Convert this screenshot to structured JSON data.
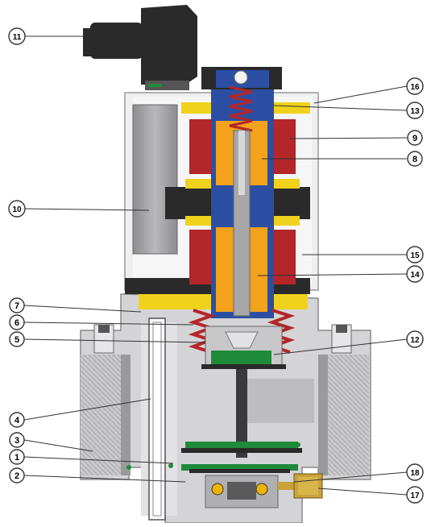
{
  "diagram": {
    "callouts": [
      {
        "id": "c1",
        "number": "1"
      },
      {
        "id": "c2",
        "number": "2"
      },
      {
        "id": "c3",
        "number": "3"
      },
      {
        "id": "c4",
        "number": "4"
      },
      {
        "id": "c5",
        "number": "5"
      },
      {
        "id": "c6",
        "number": "6"
      },
      {
        "id": "c7",
        "number": "7"
      },
      {
        "id": "c8",
        "number": "8"
      },
      {
        "id": "c9",
        "number": "9"
      },
      {
        "id": "c10",
        "number": "10"
      },
      {
        "id": "c11",
        "number": "11"
      },
      {
        "id": "c12",
        "number": "12"
      },
      {
        "id": "c13",
        "number": "13"
      },
      {
        "id": "c14",
        "number": "14"
      },
      {
        "id": "c15",
        "number": "15"
      },
      {
        "id": "c16",
        "number": "16"
      },
      {
        "id": "c17",
        "number": "17"
      },
      {
        "id": "c18",
        "number": "18"
      }
    ]
  },
  "colors": {
    "body_gray": "#d4d4d6",
    "body_dark": "#9a9a9c",
    "coil_red": "#b3262a",
    "core_orange": "#f2a21c",
    "yoke_blue": "#2c4fa3",
    "plate_yellow": "#f0d21c",
    "seal_green": "#1f8a3a",
    "connector_black": "#2a2a2a",
    "brass": "#c9a23a"
  }
}
